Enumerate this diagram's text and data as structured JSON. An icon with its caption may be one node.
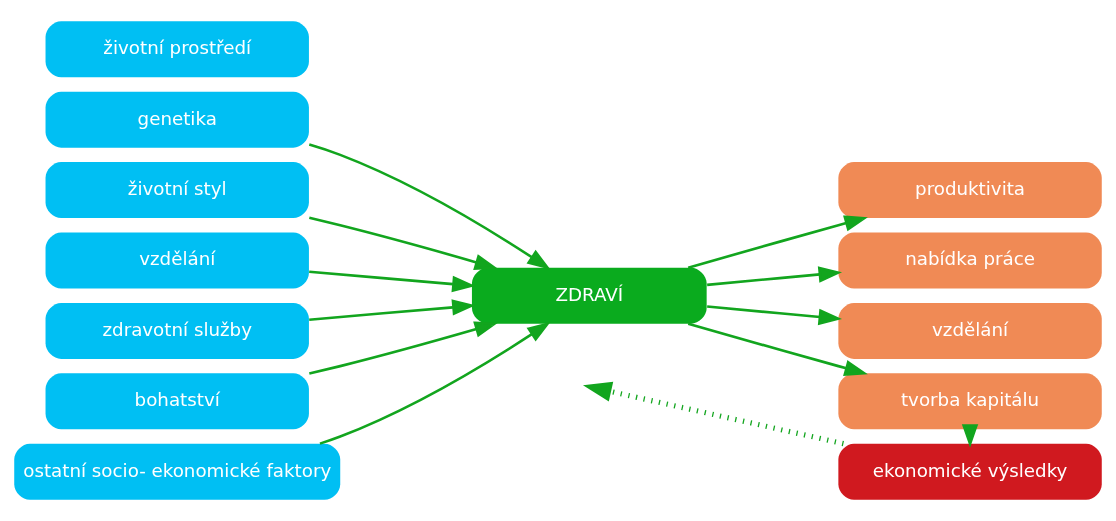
{
  "diagram": {
    "nodes": [
      {
        "text": [
          "genetika"
        ]
      },
      {
        "text": [
          "životní styl"
        ]
      },
      {
        "text": [
          "vzdělání"
        ]
      },
      {
        "text": [
          "zdravotní služby"
        ]
      },
      {
        "text": [
          "bohatství"
        ]
      },
      {
        "text": [
          "ostatní socio- ekonomické faktory"
        ]
      },
      {
        "text": [
          "životní prostředí"
        ]
      },
      {
        "text": [
          "ZDRAVÍ"
        ]
      },
      {
        "text": [
          "produktivita"
        ]
      },
      {
        "text": [
          "nabídka práce"
        ]
      },
      {
        "text": [
          "vzdělání"
        ]
      },
      {
        "text": [
          "tvorba kapitálu"
        ]
      },
      {
        "text": [
          "ekonomické výsledky"
        ]
      }
    ],
    "edges": [
      {
        "from": 0,
        "to": 7,
        "arrow": "to"
      },
      {
        "from": 1,
        "to": 7,
        "arrow": "to"
      },
      {
        "from": 2,
        "to": 7,
        "arrow": "to"
      },
      {
        "from": 3,
        "to": 7,
        "arrow": "to"
      },
      {
        "from": 4,
        "to": 7,
        "arrow": "to"
      },
      {
        "from": 5,
        "to": 7,
        "arrow": "to"
      },
      {
        "from": 7,
        "to": 8,
        "arrow": "to"
      },
      {
        "from": 7,
        "to": 9,
        "arrow": "to"
      },
      {
        "from": 7,
        "to": 10,
        "arrow": "to"
      },
      {
        "from": 7,
        "to": 11,
        "arrow": "to"
      },
      {
        "from": 11,
        "to": 12,
        "arrow": "to"
      },
      {
        "from": 12,
        "to": null,
        "arrow": "to",
        "style": "dashed"
      }
    ]
  }
}
